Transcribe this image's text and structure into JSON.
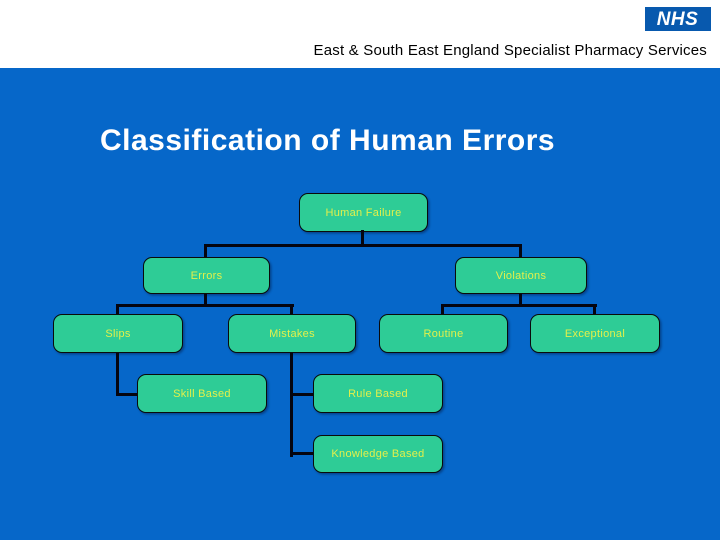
{
  "header": {
    "org_name": "East & South East England Specialist Pharmacy Services",
    "logo_text": "NHS"
  },
  "title": "Classification of Human Errors",
  "diagram": {
    "nodes": {
      "human_failure": {
        "label": "Human Failure"
      },
      "errors": {
        "label": "Errors"
      },
      "violations": {
        "label": "Violations"
      },
      "slips": {
        "label": "Slips"
      },
      "mistakes": {
        "label": "Mistakes"
      },
      "routine": {
        "label": "Routine"
      },
      "exceptional": {
        "label": "Exceptional"
      },
      "skill_based": {
        "label": "Skill Based"
      },
      "rule_based": {
        "label": "Rule Based"
      },
      "knowledge_based": {
        "label": "Knowledge Based"
      }
    },
    "hierarchy": [
      {
        "parent": "Human Failure",
        "children": [
          "Errors",
          "Violations"
        ]
      },
      {
        "parent": "Errors",
        "children": [
          "Slips",
          "Mistakes"
        ]
      },
      {
        "parent": "Violations",
        "children": [
          "Routine",
          "Exceptional"
        ]
      },
      {
        "parent": "Slips",
        "children": [
          "Skill Based"
        ]
      },
      {
        "parent": "Mistakes",
        "children": [
          "Rule Based",
          "Knowledge Based"
        ]
      }
    ]
  },
  "colors": {
    "background": "#0667C9",
    "header_background": "#FFFFFF",
    "header_text": "#000000",
    "nhs_logo_blue": "#0859AE",
    "title_text": "#FFFFFF",
    "node_fill": "#2ECC96",
    "node_border": "#0A0A0A",
    "node_label": "#E3F04A",
    "connector": "#05050F"
  }
}
